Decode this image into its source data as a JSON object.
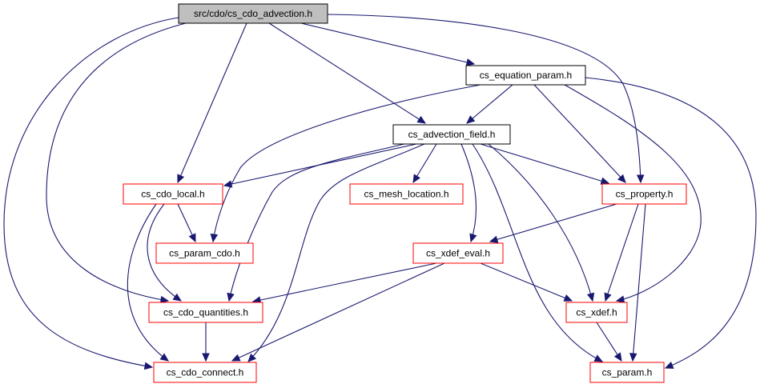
{
  "colors": {
    "edge": "#191970",
    "root_fill": "#bfbfbf",
    "node_fill": "#ffffff",
    "border_black": "#000000",
    "border_red": "#ff0000"
  },
  "nodes": {
    "root": {
      "label": "src/cdo/cs_cdo_advection.h",
      "style": "root"
    },
    "equation_param": {
      "label": "cs_equation_param.h",
      "style": "black"
    },
    "advection_field": {
      "label": "cs_advection_field.h",
      "style": "black"
    },
    "cdo_local": {
      "label": "cs_cdo_local.h",
      "style": "red"
    },
    "mesh_location": {
      "label": "cs_mesh_location.h",
      "style": "red"
    },
    "property": {
      "label": "cs_property.h",
      "style": "red"
    },
    "param_cdo": {
      "label": "cs_param_cdo.h",
      "style": "red"
    },
    "xdef_eval": {
      "label": "cs_xdef_eval.h",
      "style": "red"
    },
    "cdo_quantities": {
      "label": "cs_cdo_quantities.h",
      "style": "red"
    },
    "xdef": {
      "label": "cs_xdef.h",
      "style": "red"
    },
    "cdo_connect": {
      "label": "cs_cdo_connect.h",
      "style": "red"
    },
    "param": {
      "label": "cs_param.h",
      "style": "red"
    }
  }
}
